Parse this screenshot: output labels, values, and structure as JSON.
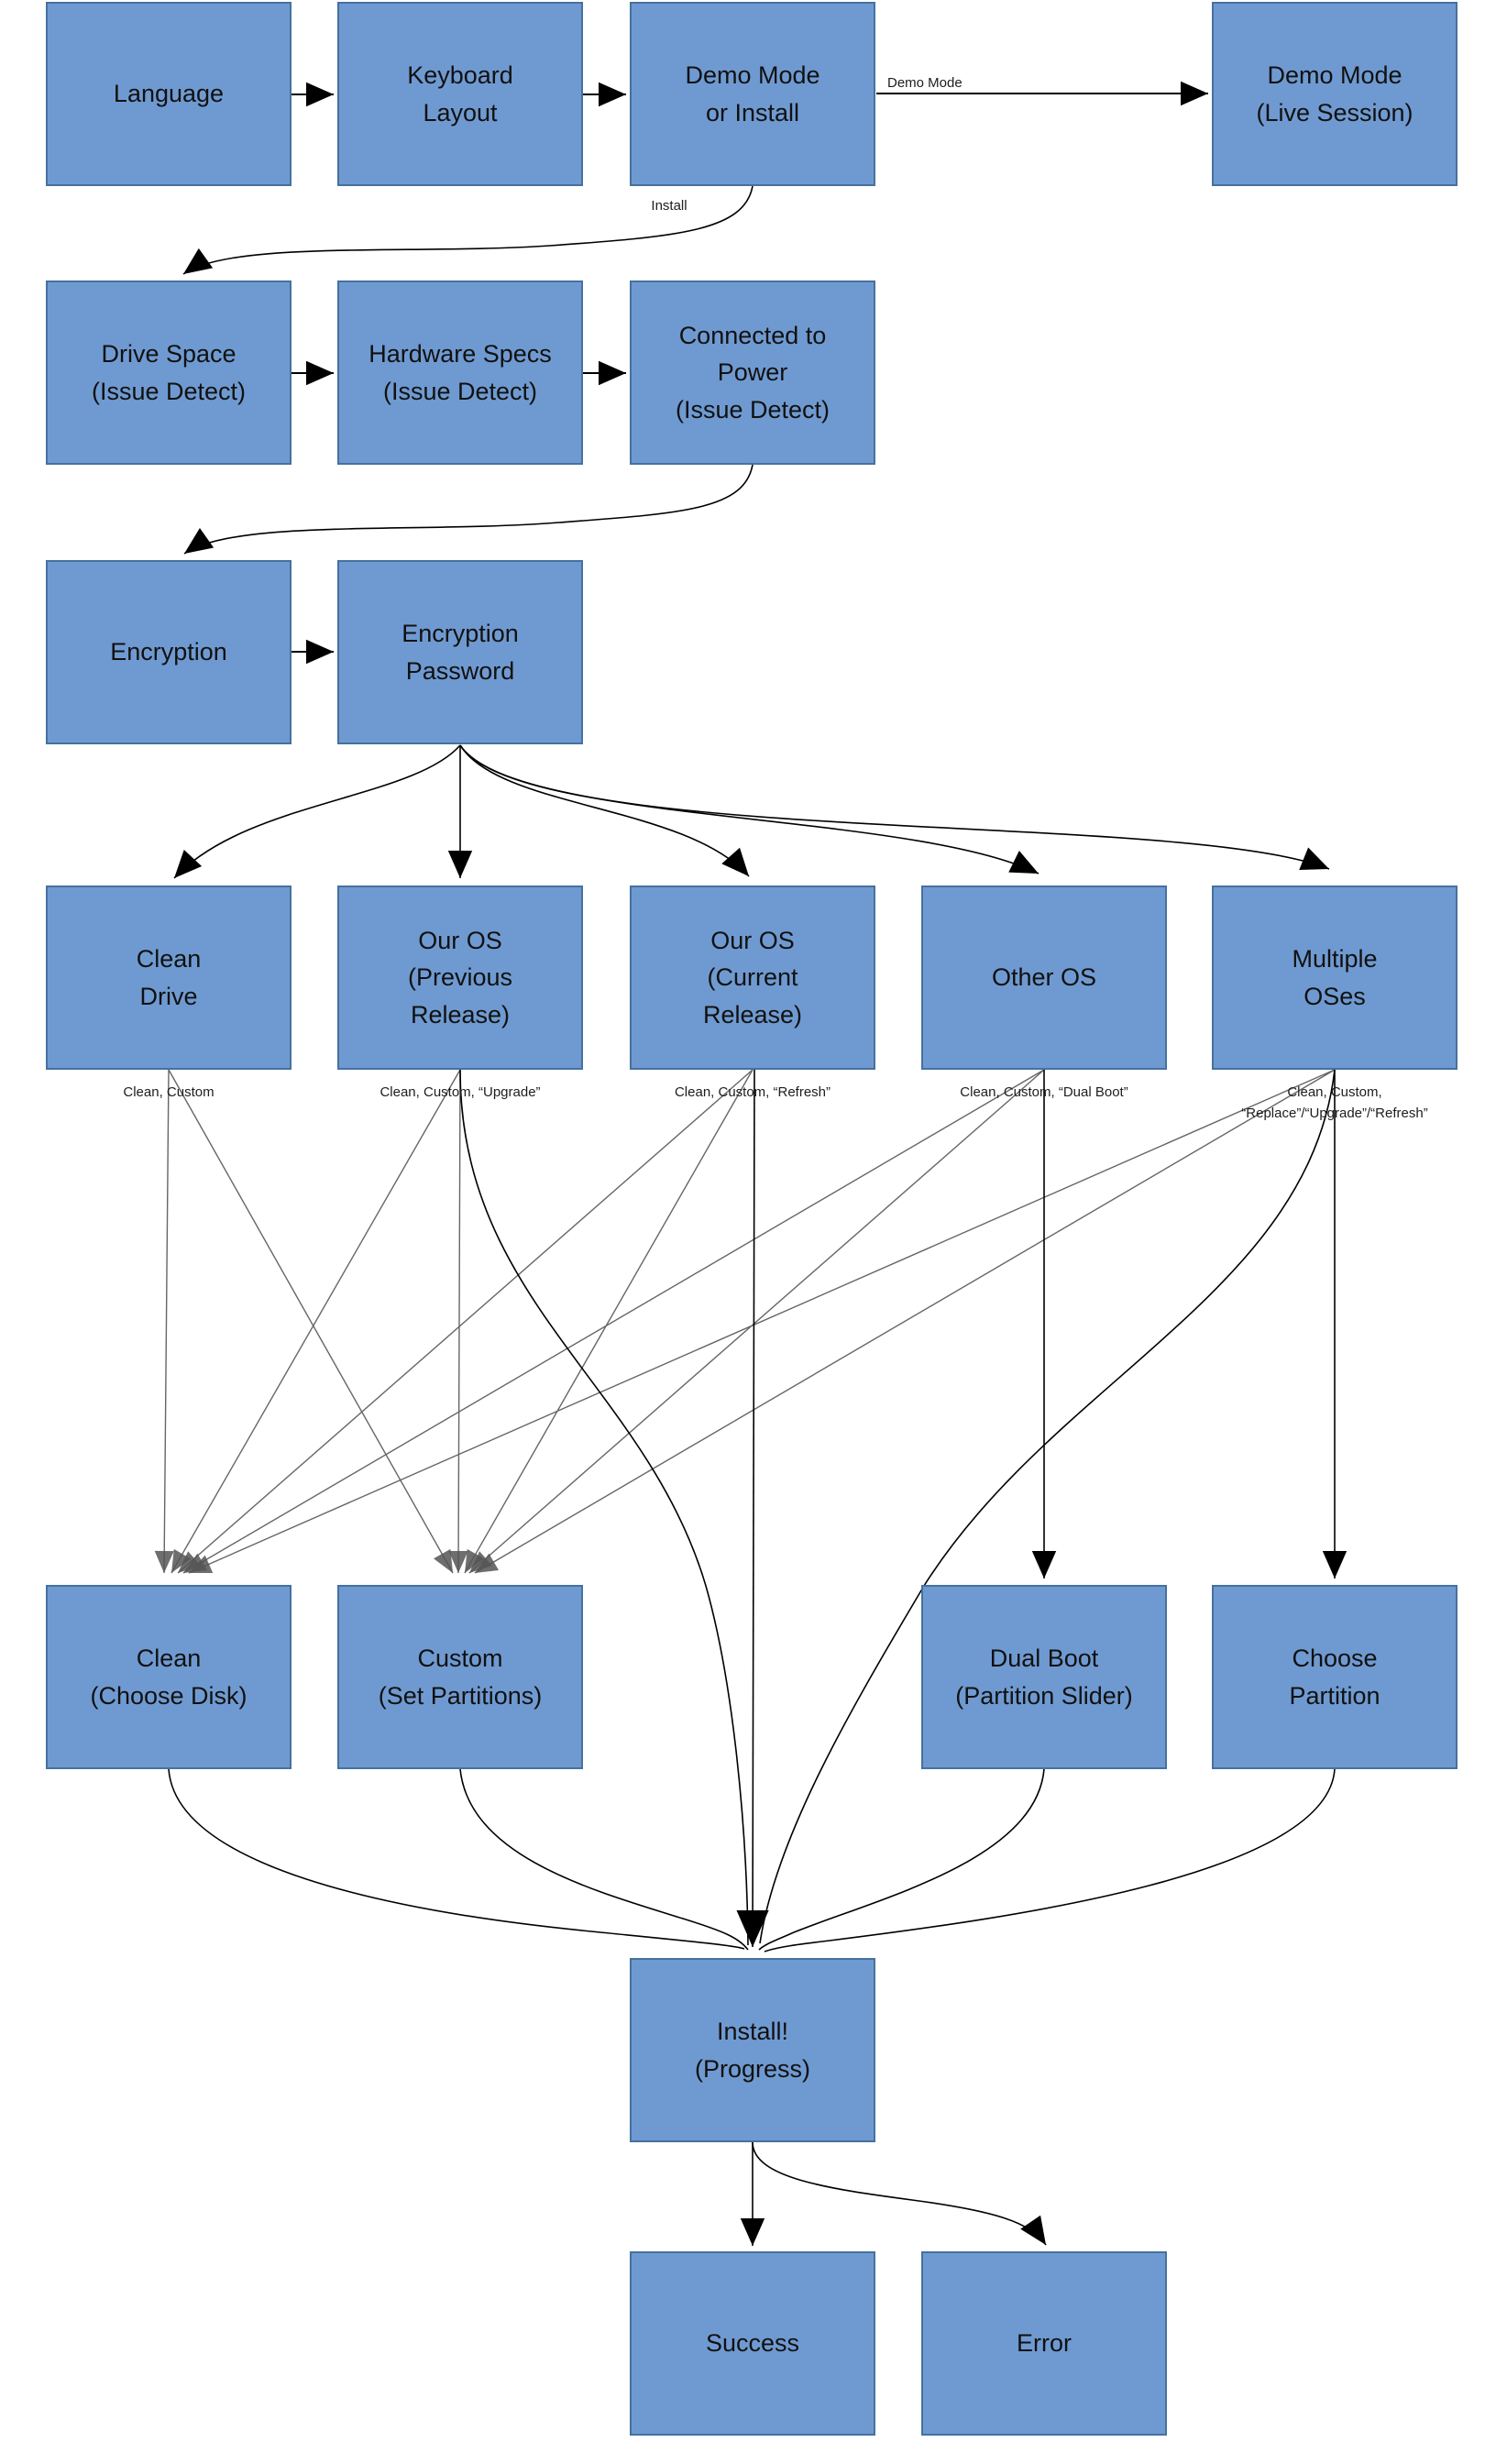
{
  "colors": {
    "node_fill": "#6f9ad1",
    "node_border": "#45719f",
    "edge": "#000000",
    "fan_edge": "#666666",
    "text": "#111111"
  },
  "nodes": [
    {
      "id": "language",
      "label": "Language"
    },
    {
      "id": "keyboard-layout",
      "label": "Keyboard\nLayout"
    },
    {
      "id": "demo-mode-or-install",
      "label": "Demo Mode\nor Install"
    },
    {
      "id": "demo-mode-live-session",
      "label": "Demo Mode\n(Live Session)"
    },
    {
      "id": "drive-space-issue-detect",
      "label": "Drive Space\n(Issue Detect)"
    },
    {
      "id": "hardware-specs-issue-detect",
      "label": "Hardware Specs\n(Issue Detect)"
    },
    {
      "id": "connected-to-power-issue-detect",
      "label": "Connected to\nPower\n(Issue Detect)"
    },
    {
      "id": "encryption",
      "label": "Encryption"
    },
    {
      "id": "encryption-password",
      "label": "Encryption\nPassword"
    },
    {
      "id": "clean-drive",
      "label": "Clean\nDrive"
    },
    {
      "id": "our-os-previous-release",
      "label": "Our OS\n(Previous\nRelease)"
    },
    {
      "id": "our-os-current-release",
      "label": "Our OS\n(Current\nRelease)"
    },
    {
      "id": "other-os",
      "label": "Other OS"
    },
    {
      "id": "multiple-oses",
      "label": "Multiple\nOSes"
    },
    {
      "id": "clean-choose-disk",
      "label": "Clean\n(Choose Disk)"
    },
    {
      "id": "custom-set-partitions",
      "label": "Custom\n(Set Partitions)"
    },
    {
      "id": "dual-boot-partition-slider",
      "label": "Dual Boot\n(Partition Slider)"
    },
    {
      "id": "choose-partition",
      "label": "Choose\nPartition"
    },
    {
      "id": "install-progress",
      "label": "Install!\n(Progress)"
    },
    {
      "id": "success",
      "label": "Success"
    },
    {
      "id": "error",
      "label": "Error"
    }
  ],
  "edge_labels": [
    {
      "id": "demo-mode",
      "text": "Demo Mode"
    },
    {
      "id": "install",
      "text": "Install"
    },
    {
      "id": "clean-drive-options",
      "text": "Clean, Custom"
    },
    {
      "id": "our-os-previous-options",
      "text": "Clean, Custom, “Upgrade”"
    },
    {
      "id": "our-os-current-options",
      "text": "Clean, Custom, “Refresh”"
    },
    {
      "id": "other-os-options",
      "text": "Clean, Custom, “Dual Boot”"
    },
    {
      "id": "multiple-oses-options",
      "text": "Clean, Custom,\n“Replace”/“Upgrade”/“Refresh”"
    }
  ]
}
